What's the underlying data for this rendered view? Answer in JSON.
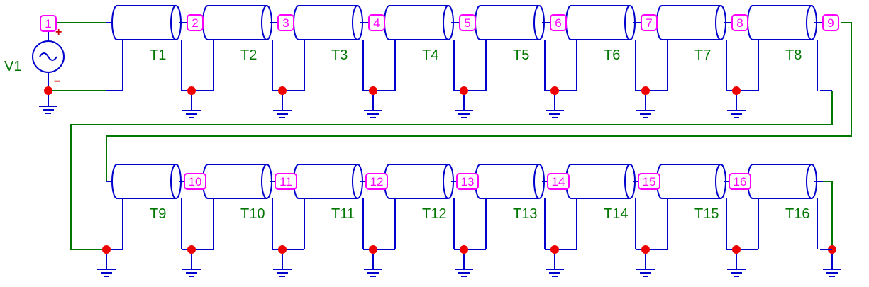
{
  "source": {
    "label": "V1",
    "node": "1",
    "plus": "+",
    "minus": "−"
  },
  "row1": {
    "lines": [
      "T1",
      "T2",
      "T3",
      "T4",
      "T5",
      "T6",
      "T7",
      "T8"
    ],
    "nodes": [
      "2",
      "3",
      "4",
      "5",
      "6",
      "7",
      "8",
      "9"
    ]
  },
  "row2": {
    "lines": [
      "T9",
      "T10",
      "T11",
      "T12",
      "T13",
      "T14",
      "T15",
      "T16"
    ],
    "nodes": [
      "10",
      "11",
      "12",
      "13",
      "14",
      "15",
      "16"
    ]
  },
  "colors": {
    "wire": "#0000cc",
    "net": "#007700",
    "node": "#ff00ff",
    "junction": "#ee0000"
  }
}
